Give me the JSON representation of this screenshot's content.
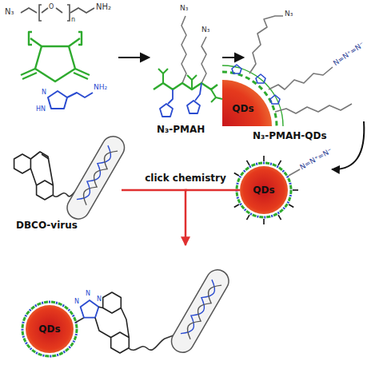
{
  "diagram": {
    "nodes": [
      {
        "text": [
          "QDs"
        ]
      },
      {
        "text": [
          "QDs"
        ]
      },
      {
        "text": [
          "QDs"
        ]
      }
    ],
    "edges": [
      {
        "from": 0,
        "to": 1,
        "arrow": "to"
      },
      {
        "from": 1,
        "to": 2,
        "arrow": "to",
        "label": "click chemistry"
      }
    ],
    "labels": [
      "N₃",
      "O",
      "n",
      "NH₂",
      "N",
      "HN",
      "NH₂",
      "N₃",
      "N₃",
      "N₃-PMAH",
      "N₃",
      "N=N⁺=N⁻",
      "N₃-PMAH-QDs",
      "N=N⁺=N⁻",
      "DBCO-virus",
      "N",
      "N",
      "N"
    ]
  }
}
